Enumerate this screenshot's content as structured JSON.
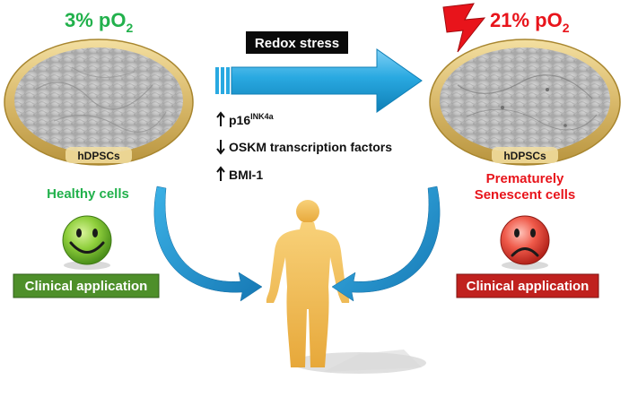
{
  "left": {
    "condition_value": "3% pO",
    "condition_sub": "2",
    "dish_label": "hDPSCs",
    "status": "Healthy cells",
    "application": "Clinical application",
    "face_icon": "smiley-face-icon"
  },
  "right": {
    "condition_value": "21% pO",
    "condition_sub": "2",
    "dish_label": "hDPSCs",
    "status_line1": "Prematurely",
    "status_line2": "Senescent cells",
    "application": "Clinical application",
    "face_icon": "sad-face-icon",
    "stress_icon": "lightning-bolt-icon"
  },
  "center": {
    "arrow_label": "Redox stress",
    "markers": [
      {
        "direction": "up",
        "name": "p16",
        "superscript": "INK4a"
      },
      {
        "direction": "down",
        "name": "OSKM transcription factors",
        "superscript": ""
      },
      {
        "direction": "up",
        "name": "BMI-1",
        "superscript": ""
      }
    ],
    "figure_icon": "human-figure-icon"
  },
  "colors": {
    "healthy_green": "#22b14c",
    "senescent_red": "#e8141b",
    "dish_rim": "#d9b96a",
    "arrow_blue": "#29a9e1",
    "application_green": "#4e8f2a",
    "application_red": "#c0211e",
    "human_gold": "#f4c15a"
  }
}
